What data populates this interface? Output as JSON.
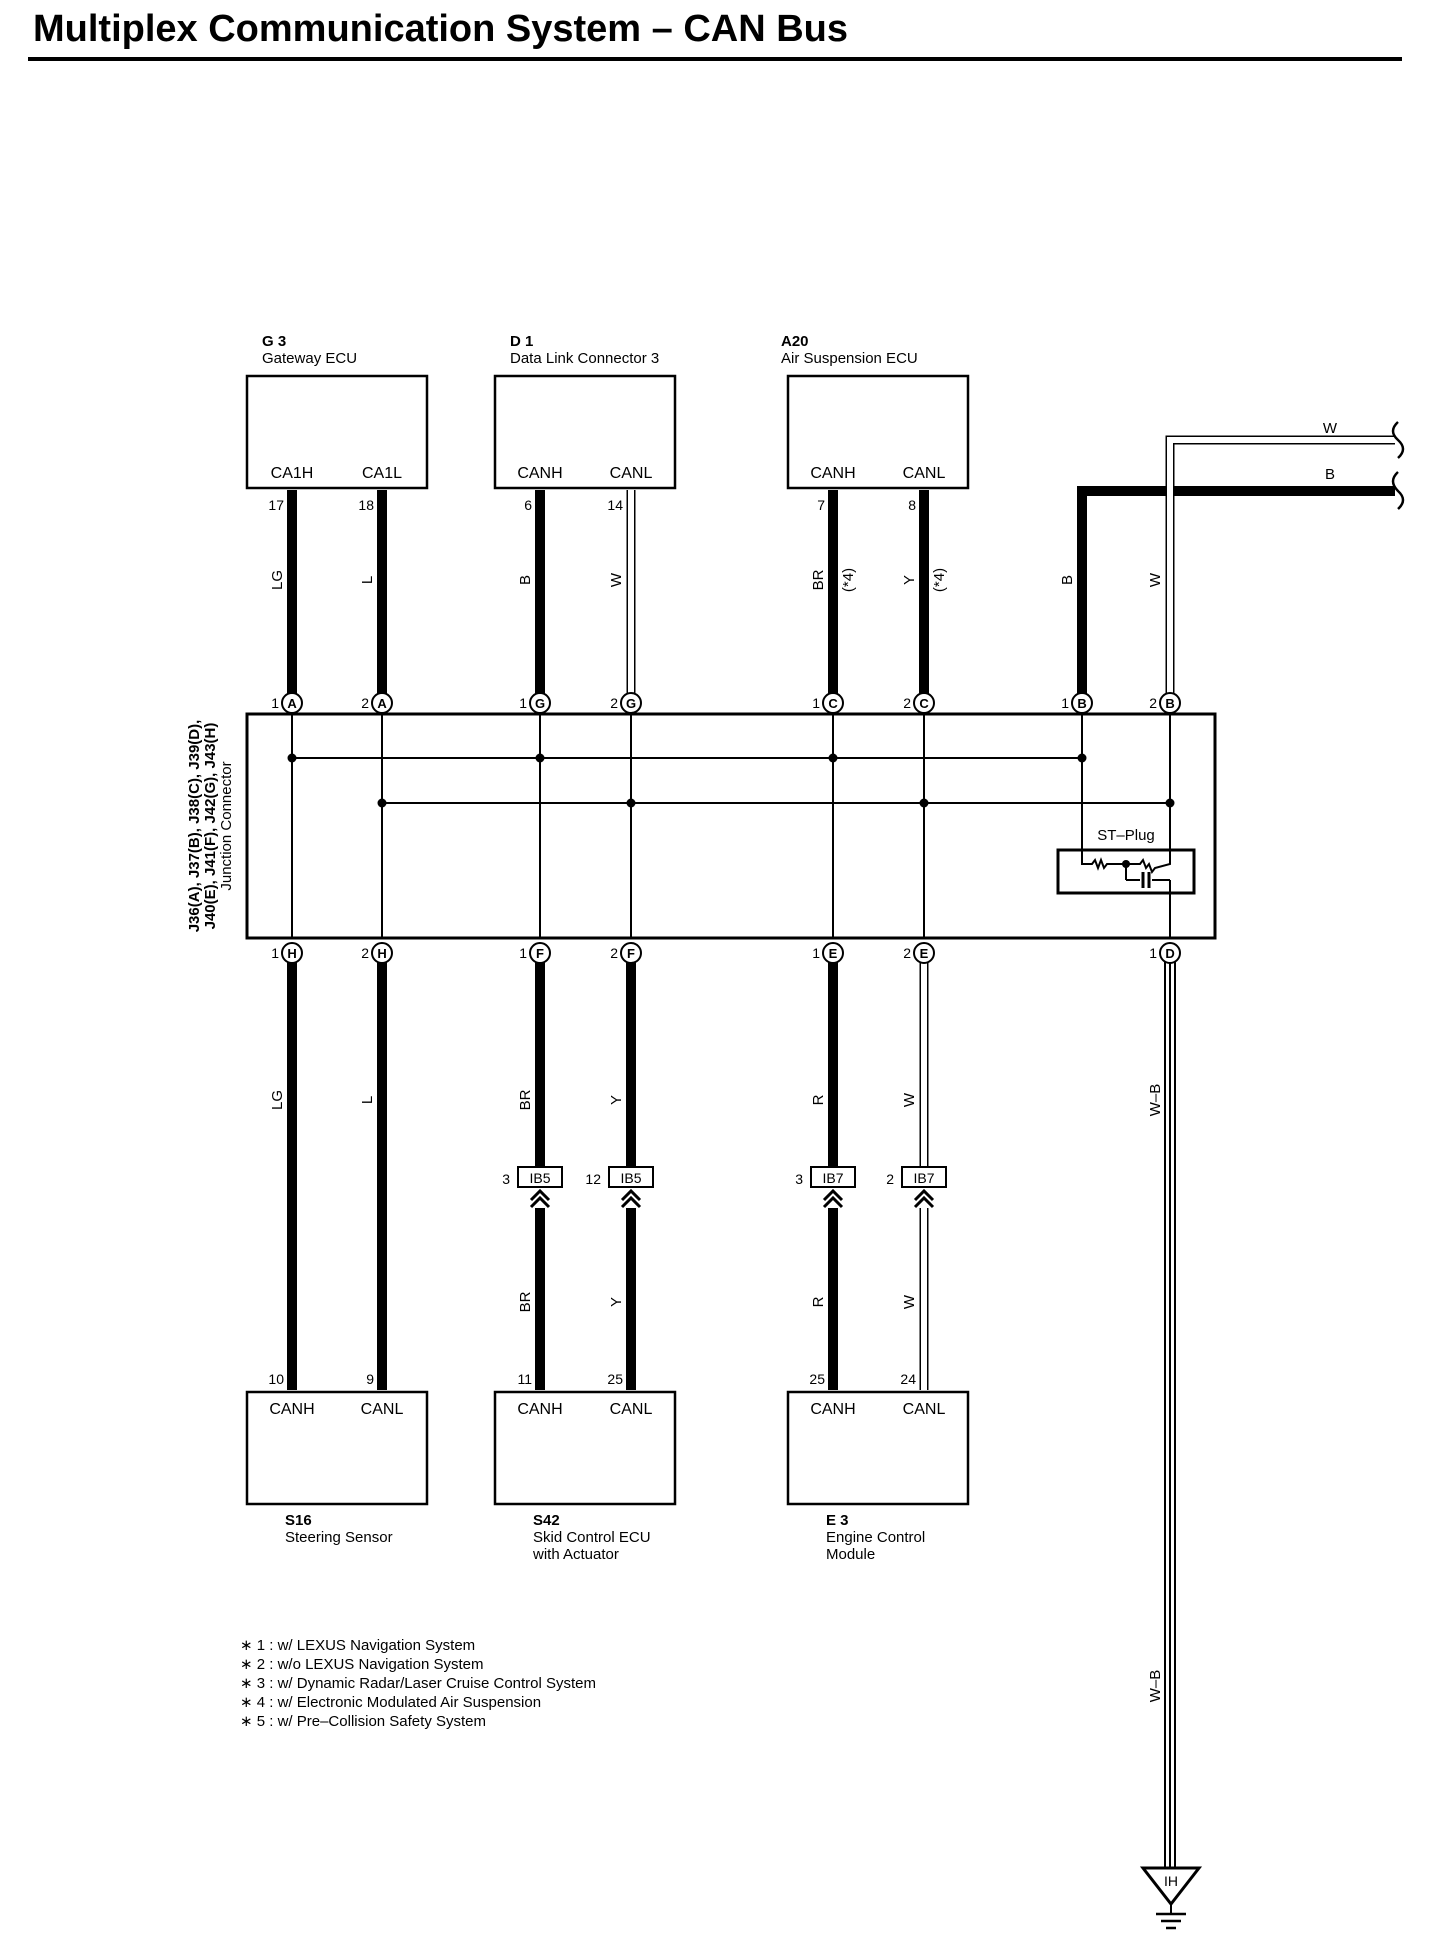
{
  "title": "Multiplex Communication System – CAN Bus",
  "top_components": [
    {
      "id": "G3",
      "code": "G 3",
      "name": "Gateway ECU",
      "pins": [
        {
          "label": "CA1H",
          "num": "17",
          "wire": "LG",
          "note": ""
        },
        {
          "label": "CA1L",
          "num": "18",
          "wire": "L",
          "note": ""
        }
      ]
    },
    {
      "id": "D1",
      "code": "D 1",
      "name": "Data Link Connector 3",
      "pins": [
        {
          "label": "CANH",
          "num": "6",
          "wire": "B",
          "note": ""
        },
        {
          "label": "CANL",
          "num": "14",
          "wire": "W",
          "note": ""
        }
      ]
    },
    {
      "id": "A20",
      "code": "A20",
      "name": "Air Suspension ECU",
      "pins": [
        {
          "label": "CANH",
          "num": "7",
          "wire": "BR",
          "note": "(*4)"
        },
        {
          "label": "CANL",
          "num": "8",
          "wire": "Y",
          "note": "(*4)"
        }
      ]
    }
  ],
  "right_bus": {
    "wire_b": "B",
    "wire_w": "W",
    "label_top_w": "W",
    "label_top_b": "B"
  },
  "junction": {
    "label_line1": "J36(A), J37(B), J38(C), J39(D),",
    "label_line2": "J40(E), J41(F), J42(G), J43(H)",
    "label_line3": "Junction Connector",
    "st_plug": "ST–Plug",
    "top_terms": [
      {
        "num": "1",
        "letter": "A"
      },
      {
        "num": "2",
        "letter": "A"
      },
      {
        "num": "1",
        "letter": "G"
      },
      {
        "num": "2",
        "letter": "G"
      },
      {
        "num": "1",
        "letter": "C"
      },
      {
        "num": "2",
        "letter": "C"
      },
      {
        "num": "1",
        "letter": "B"
      },
      {
        "num": "2",
        "letter": "B"
      }
    ],
    "bottom_terms": [
      {
        "num": "1",
        "letter": "H"
      },
      {
        "num": "2",
        "letter": "H"
      },
      {
        "num": "1",
        "letter": "F"
      },
      {
        "num": "2",
        "letter": "F"
      },
      {
        "num": "1",
        "letter": "E"
      },
      {
        "num": "2",
        "letter": "E"
      },
      {
        "num": "1",
        "letter": "D"
      }
    ]
  },
  "bottom_wires": [
    {
      "upper": "LG",
      "lower": ""
    },
    {
      "upper": "L",
      "lower": ""
    },
    {
      "upper": "BR",
      "lower": "BR",
      "conn_num": "3",
      "conn": "IB5"
    },
    {
      "upper": "Y",
      "lower": "Y",
      "conn_num": "12",
      "conn": "IB5"
    },
    {
      "upper": "R",
      "lower": "R",
      "conn_num": "3",
      "conn": "IB7"
    },
    {
      "upper": "W",
      "lower": "W",
      "conn_num": "2",
      "conn": "IB7"
    }
  ],
  "ground": {
    "wire_upper": "W–B",
    "wire_lower": "W–B",
    "label": "IH"
  },
  "bottom_components": [
    {
      "id": "S16",
      "code": "S16",
      "name": [
        "Steering Sensor"
      ],
      "pins": [
        {
          "label": "CANH",
          "num": "10"
        },
        {
          "label": "CANL",
          "num": "9"
        }
      ]
    },
    {
      "id": "S42",
      "code": "S42",
      "name": [
        "Skid Control ECU",
        "with Actuator"
      ],
      "pins": [
        {
          "label": "CANH",
          "num": "11"
        },
        {
          "label": "CANL",
          "num": "25"
        }
      ]
    },
    {
      "id": "E3",
      "code": "E 3",
      "name": [
        "Engine Control",
        "Module"
      ],
      "pins": [
        {
          "label": "CANH",
          "num": "25"
        },
        {
          "label": "CANL",
          "num": "24"
        }
      ]
    }
  ],
  "notes": [
    "∗ 1 : w/ LEXUS Navigation System",
    "∗ 2 : w/o LEXUS Navigation System",
    "∗ 3 : w/ Dynamic Radar/Laser Cruise Control System",
    "∗ 4 : w/ Electronic Modulated Air Suspension",
    "∗ 5 : w/ Pre–Collision Safety System"
  ]
}
